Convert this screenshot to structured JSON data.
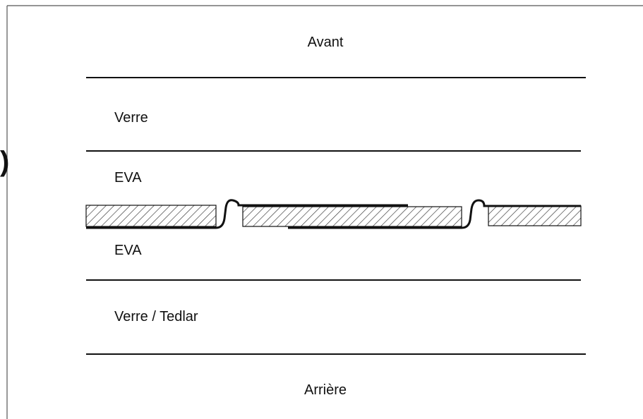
{
  "labels": {
    "front": "Avant",
    "glass": "Verre",
    "eva_top": "EVA",
    "eva_bottom": "EVA",
    "back_sheet": "Verre / Tedlar",
    "rear": "Arrière"
  },
  "colors": {
    "line": "#111111",
    "hatch": "#333333",
    "background": "#ffffff"
  }
}
